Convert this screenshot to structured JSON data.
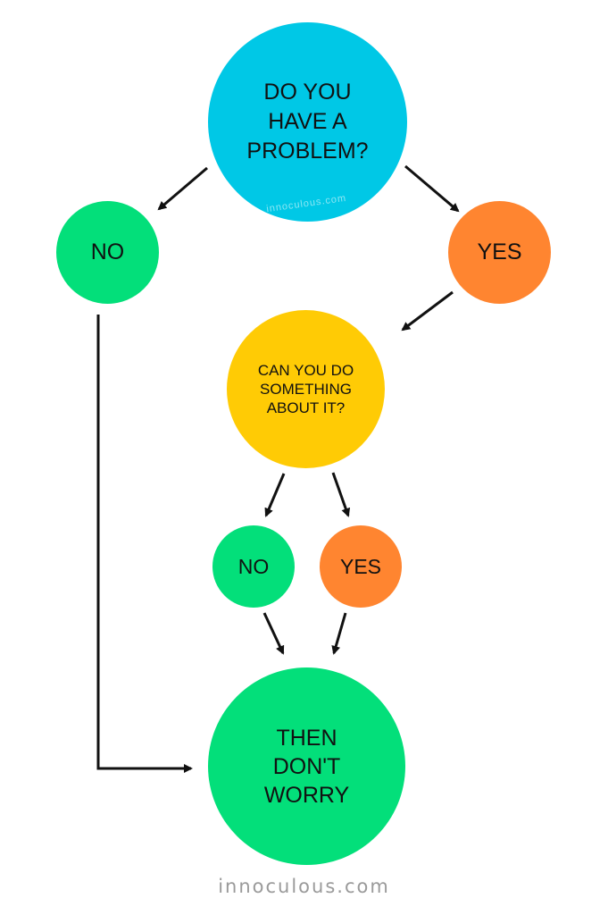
{
  "colors": {
    "question": "#00c8e6",
    "no": "#03df7a",
    "yes": "#ff8530",
    "cando": "#ffcb05",
    "arrow": "#111111",
    "brand_text": "#9a9a9a"
  },
  "nodes": {
    "question": "DO YOU\nHAVE A\nPROBLEM?",
    "no_first": "NO",
    "yes_first": "YES",
    "can_do": "CAN YOU DO\nSOMETHING\nABOUT IT?",
    "no_second": "NO",
    "yes_second": "YES",
    "result": "THEN\nDON'T\nWORRY"
  },
  "watermark": "innoculous.com",
  "brand": "innoculous.com"
}
